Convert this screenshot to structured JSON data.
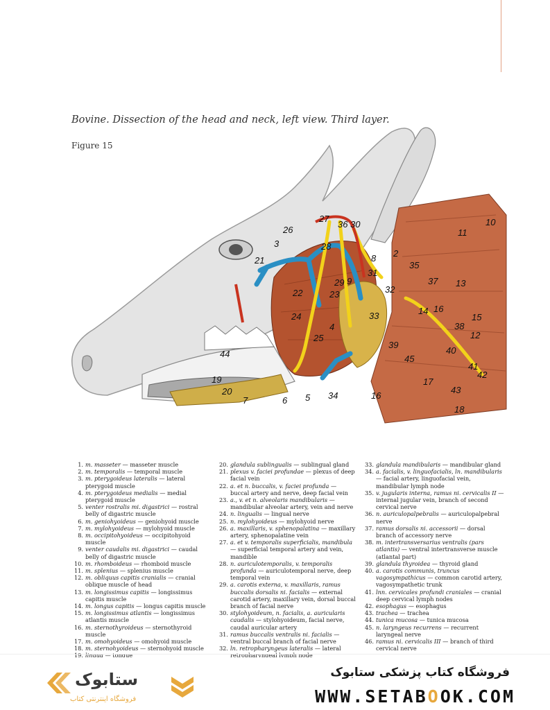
{
  "caption": "Bovine. Dissection of the head and neck, left view. Third layer.",
  "figure_label": "Figure 15",
  "illustration": {
    "labels": [
      "10",
      "11",
      "26",
      "27",
      "36",
      "30",
      "3",
      "28",
      "21",
      "8",
      "35",
      "37",
      "13",
      "22",
      "9",
      "23",
      "32",
      "14",
      "16",
      "15",
      "24",
      "4",
      "33",
      "38",
      "25",
      "39",
      "12",
      "40",
      "44",
      "45",
      "41",
      "42",
      "19",
      "20",
      "7",
      "6",
      "5",
      "34",
      "43",
      "17",
      "16",
      "18",
      "31",
      "29",
      "2"
    ]
  },
  "legend": {
    "col1": [
      {
        "num": "1.",
        "latin": "m. masseter",
        "text": " — masseter muscle"
      },
      {
        "num": "2.",
        "latin": "m. temporalis",
        "text": " — temporal muscle"
      },
      {
        "num": "3.",
        "latin": "m. pterygoideus lateralis",
        "text": " — lateral pterygoid muscle"
      },
      {
        "num": "4.",
        "latin": "m. pterygoideus medialis",
        "text": " — medial pterygoid muscle"
      },
      {
        "num": "5.",
        "latin": "venter rostralis mi. digastrici",
        "text": " — rostral belly of digastric muscle"
      },
      {
        "num": "6.",
        "latin": "m. geniohyoideus",
        "text": " — geniohyoid muscle"
      },
      {
        "num": "7.",
        "latin": "m. mylohyoideus",
        "text": " — mylohyoid muscle"
      },
      {
        "num": "8.",
        "latin": "m. occipitohyoideus",
        "text": " — occipitohyoid muscle"
      },
      {
        "num": "9.",
        "latin": "venter caudalis mi. digastrici",
        "text": " — caudal belly of digastric muscle"
      },
      {
        "num": "10.",
        "latin": "m. rhomboideus",
        "text": " — rhomboid muscle"
      },
      {
        "num": "11.",
        "latin": "m. splenius",
        "text": " — splenius muscle"
      },
      {
        "num": "12.",
        "latin": "m. obliquus capitis cranialis",
        "text": " — cranial oblique muscle of head"
      },
      {
        "num": "13.",
        "latin": "m. longissimus capitis",
        "text": " — longissimus capitis muscle"
      },
      {
        "num": "14.",
        "latin": "m. longus capitis",
        "text": " — longus capitis muscle"
      },
      {
        "num": "15.",
        "latin": "m. longissimus atlantis",
        "text": " — longissimus atlantis muscle"
      },
      {
        "num": "16.",
        "latin": "m. sternothyroideus",
        "text": " — sternothyroid muscle"
      },
      {
        "num": "17.",
        "latin": "m. omohyoideus",
        "text": " — omohyoid muscle"
      },
      {
        "num": "18.",
        "latin": "m. sternohyoideus",
        "text": " — sternohyoid muscle"
      },
      {
        "num": "19.",
        "latin": "lingua",
        "text": " — tongue"
      }
    ],
    "col2": [
      {
        "num": "20.",
        "latin": "glandula sublingualis",
        "text": " — sublingual gland"
      },
      {
        "num": "21.",
        "latin": "plexus v. faciei profundae",
        "text": " — plexus of deep facial vein"
      },
      {
        "num": "22.",
        "latin": "a. et n. buccalis, v. faciei profunda",
        "text": " — buccal artery and nerve, deep facial vein"
      },
      {
        "num": "23.",
        "latin": "a., v. et n. alveolaris mandibularis",
        "text": " — mandibular alveolar artery, vein and nerve"
      },
      {
        "num": "24.",
        "latin": "n. lingualis",
        "text": " — lingual nerve"
      },
      {
        "num": "25.",
        "latin": "n. mylohyoideus",
        "text": " — mylohyoid nerve"
      },
      {
        "num": "26.",
        "latin": "a. maxillaris, v. sphenopalatina",
        "text": " — maxillary artery, sphenopalatine vein"
      },
      {
        "num": "27.",
        "latin": "a. et v. temporalis superficialis, mandibula",
        "text": " — superficial temporal artery and vein, mandible"
      },
      {
        "num": "28.",
        "latin": "n. auriculotemporalis, v. temporalis profunda",
        "text": " — auriculotemporal nerve, deep temporal vein"
      },
      {
        "num": "29.",
        "latin": "a. carotis externa, v. maxillaris, ramus buccalis dorsalis ni. facialis",
        "text": " — external carotid artery, maxillary vein, dorsal buccal branch of facial nerve"
      },
      {
        "num": "30.",
        "latin": "stylohyoideum, n. facialis, a. auricularis caudalis",
        "text": " — stylohyoideum, facial nerve, caudal auricular artery"
      },
      {
        "num": "31.",
        "latin": "ramus buccalis ventralis ni. facialis",
        "text": " — ventral buccal branch of facial nerve"
      },
      {
        "num": "32.",
        "latin": "ln. retropharyngeus lateralis",
        "text": " — lateral retropharyngeal lymph node"
      }
    ],
    "col3": [
      {
        "num": "33.",
        "latin": "glandula mandibularis",
        "text": " — mandibular gland"
      },
      {
        "num": "34.",
        "latin": "a. facialis, v. linguofacialis, ln. mandibularis",
        "text": " — facial artery, linguofacial vein, mandibular lymph node"
      },
      {
        "num": "35.",
        "latin": "v. jugularis interna, ramus ni. cervicalis II",
        "text": " — internal jugular vein, branch of second cervical nerve"
      },
      {
        "num": "36.",
        "latin": "n. auriculopalpebralis",
        "text": " — auriculopalpebral nerve"
      },
      {
        "num": "37.",
        "latin": "ramus dorsalis ni. accessorii",
        "text": " — dorsal branch of accessory nerve"
      },
      {
        "num": "38.",
        "latin": "m. intertransversarius ventralis (pars atlantis)",
        "text": " — ventral intertransverse muscle (atlantal part)"
      },
      {
        "num": "39.",
        "latin": "glandula thyroidea",
        "text": " — thyroid gland"
      },
      {
        "num": "40.",
        "latin": "a. carotis communis, truncus vagosympathicus",
        "text": " — common carotid artery, vagosympathetic trunk"
      },
      {
        "num": "41.",
        "latin": "lnn. cervicales profundi craniales",
        "text": " — cranial deep cervical lymph nodes"
      },
      {
        "num": "42.",
        "latin": "esophagus",
        "text": " — esophagus"
      },
      {
        "num": "43.",
        "latin": "trachea",
        "text": " — trachea"
      },
      {
        "num": "44.",
        "latin": "tunica mucosa",
        "text": " — tunica mucosa"
      },
      {
        "num": "45.",
        "latin": "n. laryngeus recurrens",
        "text": " — recurrent laryngeal nerve"
      },
      {
        "num": "46.",
        "latin": "ramus ni. cervicalis III",
        "text": " — branch of third cervical nerve"
      }
    ]
  },
  "footer": {
    "logo_text": "ستابوک",
    "logo_sub": "فروشگاه اینترنتی کتاب",
    "shop_name": "فروشگاه کتاب پزشکی ستابوک",
    "website_pre": "WWW.SETAB",
    "website_o": "O",
    "website_post": "OK.COM"
  },
  "colors": {
    "muscle": "#b9583a",
    "vein": "#2a8fc4",
    "nerve": "#f2d21b",
    "gland": "#d9b64a",
    "skin": "#e3e3e3"
  }
}
